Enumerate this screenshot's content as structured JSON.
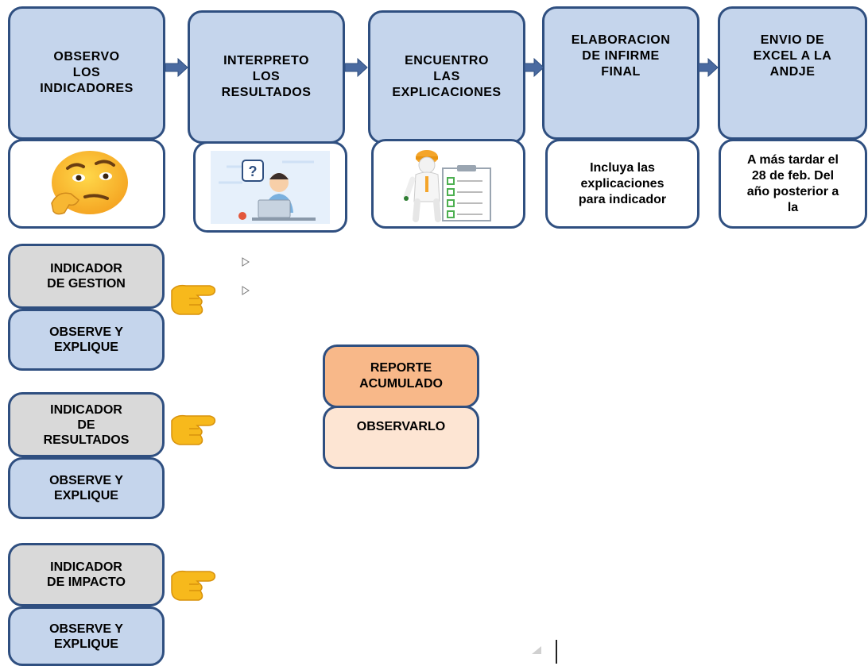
{
  "steps": [
    {
      "label": "OBSERVO\nLOS\nINDICADORES"
    },
    {
      "label": "INTERPRETO\nLOS\nRESULTADOS"
    },
    {
      "label": "ENCUENTRO\nLAS\nEXPLICACIONES"
    },
    {
      "label": "ELABORACION\nDE INFIRME\nFINAL"
    },
    {
      "label": "ENVIO DE\nEXCEL A LA\nANDJE"
    }
  ],
  "cards": {
    "card4": "Incluya las\nexplicaciones\npara indicador",
    "card5": "A más tardar el\n28 de feb. Del\naño posterior a\nla"
  },
  "indicators": [
    {
      "title": "INDICADOR\nDE GESTION",
      "action": "OBSERVE Y\nEXPLIQUE"
    },
    {
      "title": "INDICADOR\nDE\nRESULTADOS",
      "action": "OBSERVE Y\nEXPLIQUE"
    },
    {
      "title": "INDICADOR\nDE IMPACTO",
      "action": "OBSERVE Y\nEXPLIQUE"
    }
  ],
  "report": {
    "title": "REPORTE\nACUMULADO",
    "action": "OBSERVARLO"
  },
  "icons": {
    "thinking": "thinking-face-emoji",
    "hand": "pointing-hand-emoji",
    "person_question": "person-at-laptop-with-question",
    "worker": "worker-with-checklist"
  },
  "colors": {
    "border": "#2f4f80",
    "step_fill": "#c5d5ec",
    "gray_fill": "#d9d9d9",
    "orange_fill": "#f8b889",
    "peach_fill": "#fde5d3",
    "arrow": "#4a6aa0"
  }
}
